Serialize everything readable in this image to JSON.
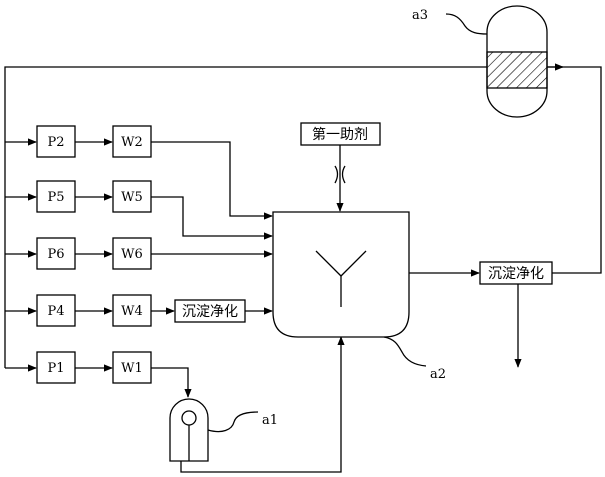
{
  "units": {
    "p2": "P2",
    "w2": "W2",
    "p5": "P5",
    "w5": "W5",
    "p6": "P6",
    "w6": "W6",
    "p4": "P4",
    "w4": "W4",
    "p1": "P1",
    "w1": "W1"
  },
  "processes": {
    "precipitation_purification_left": "沉淀净化",
    "precipitation_purification_right": "沉淀净化",
    "first_additive": "第一助剂"
  },
  "callouts": {
    "a1": "a1",
    "a2": "a2",
    "a3": "a3"
  }
}
